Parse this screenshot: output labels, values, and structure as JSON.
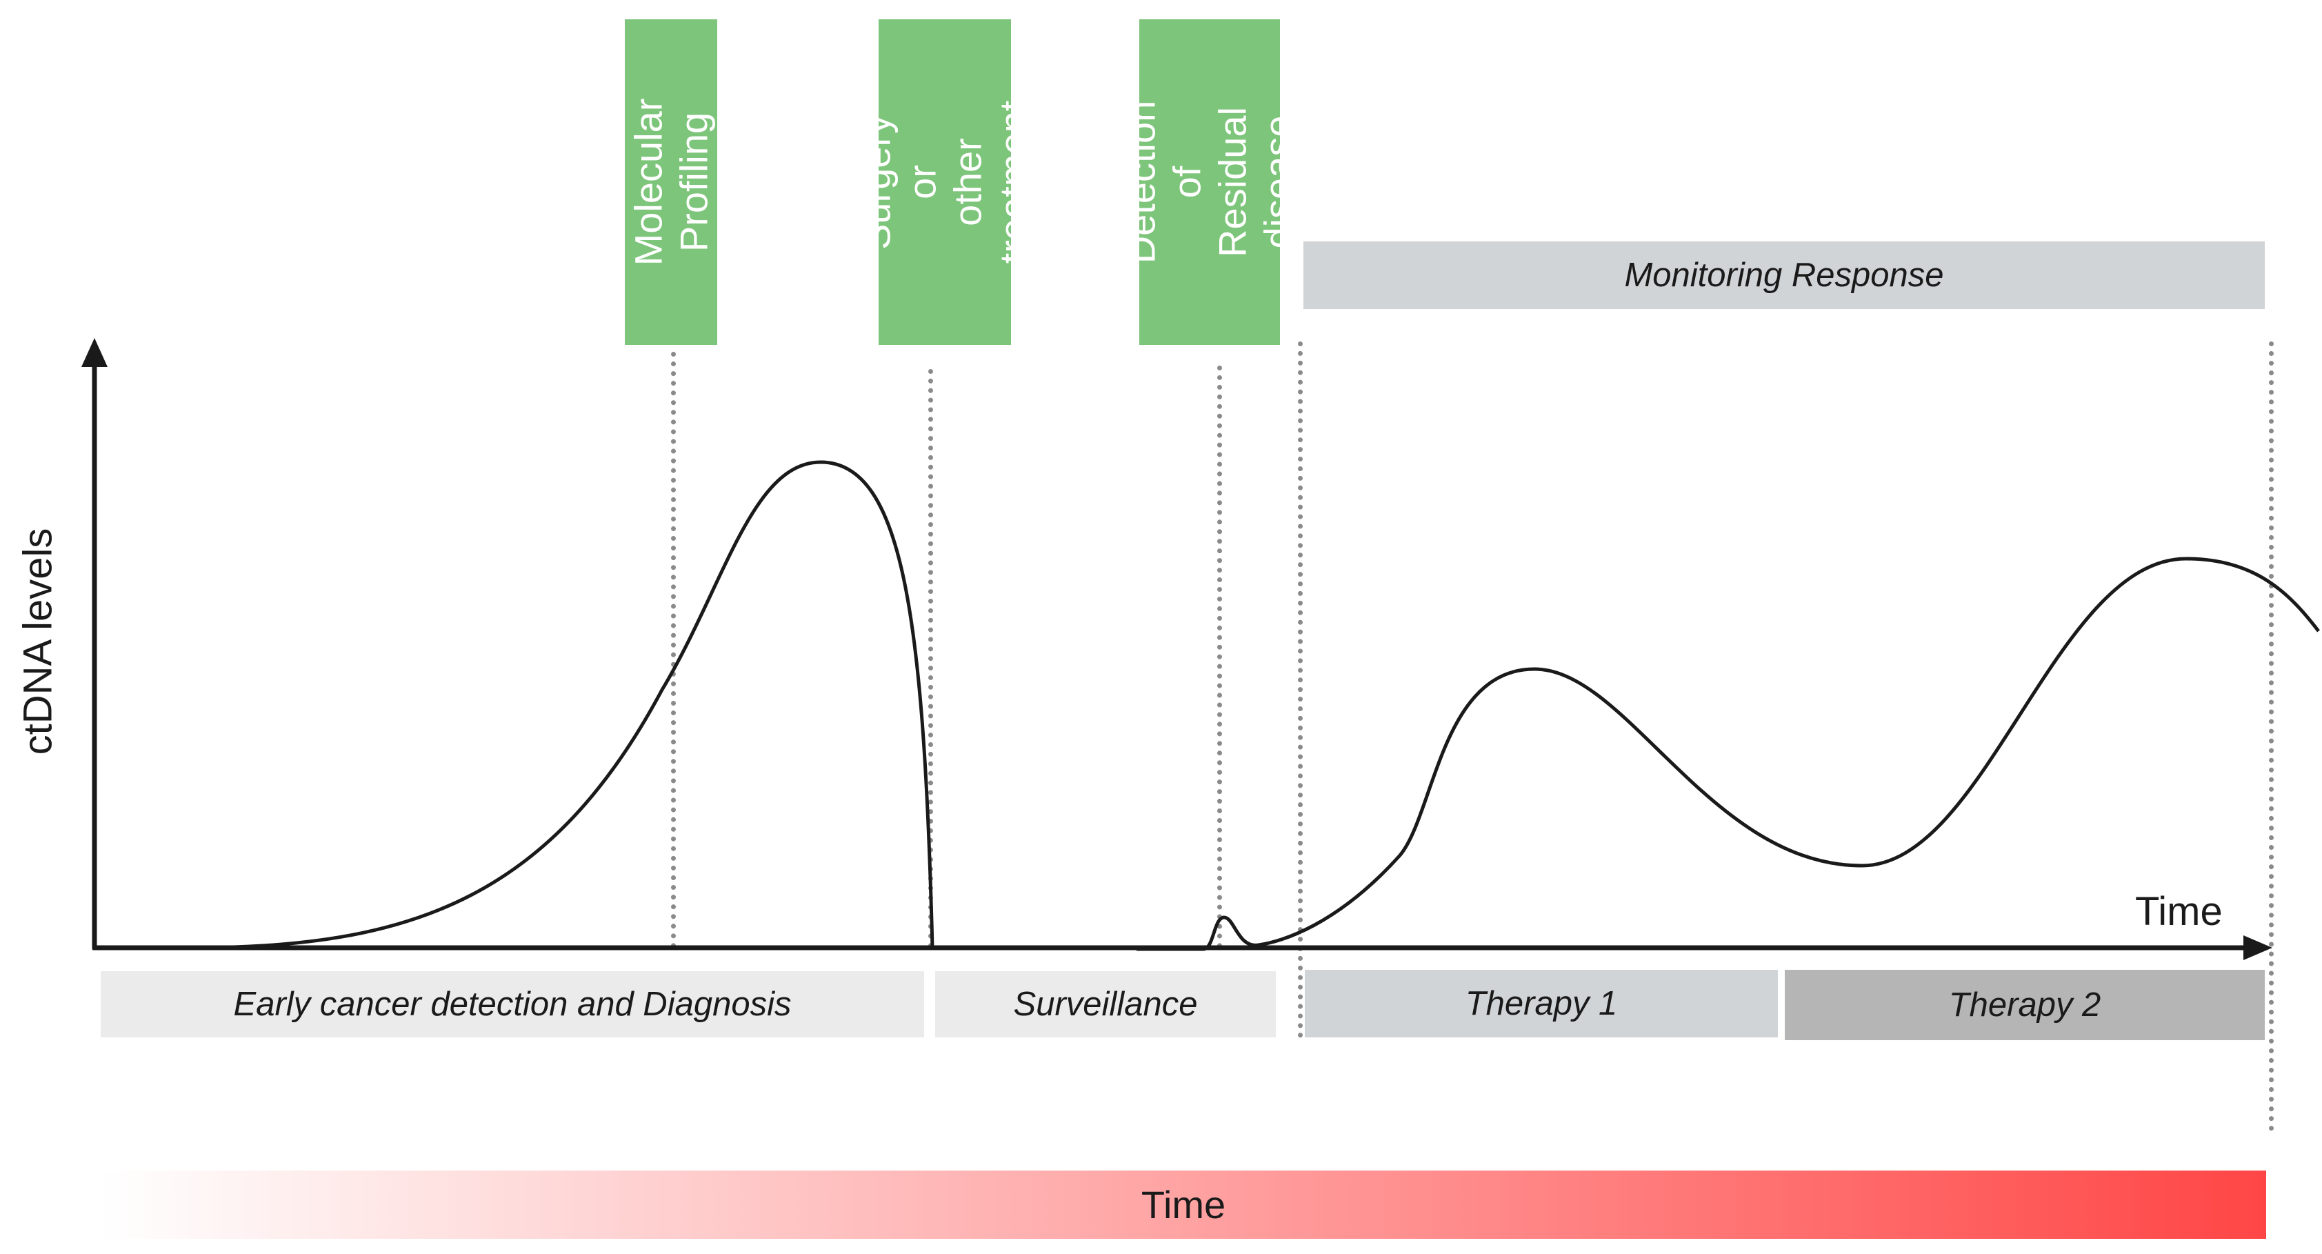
{
  "colors": {
    "milestone": "#7dc57a",
    "monitoring": "#d0d4d6",
    "early_phase": "#ebebeb",
    "surveillance": "#ebebeb",
    "therapy1": "#d0d4d6",
    "therapy2": "#b5b5b5",
    "gradient_start": "#ffffff",
    "gradient_end": "#ff4646",
    "curve": "#1a1a1a"
  },
  "milestones": [
    {
      "label": "Molecular\nProfiling"
    },
    {
      "label": "Surgery or\nother treatment"
    },
    {
      "label": "Detection of\nResidual\ndisease"
    }
  ],
  "monitoring_label": "Monitoring Response",
  "y_axis_label": "ctDNA levels",
  "x_axis_label": "Time",
  "phases": {
    "early": "Early cancer detection and Diagnosis",
    "surveillance": "Surveillance",
    "therapy1": "Therapy 1",
    "therapy2": "Therapy 2"
  },
  "time_bar_label": "Time"
}
